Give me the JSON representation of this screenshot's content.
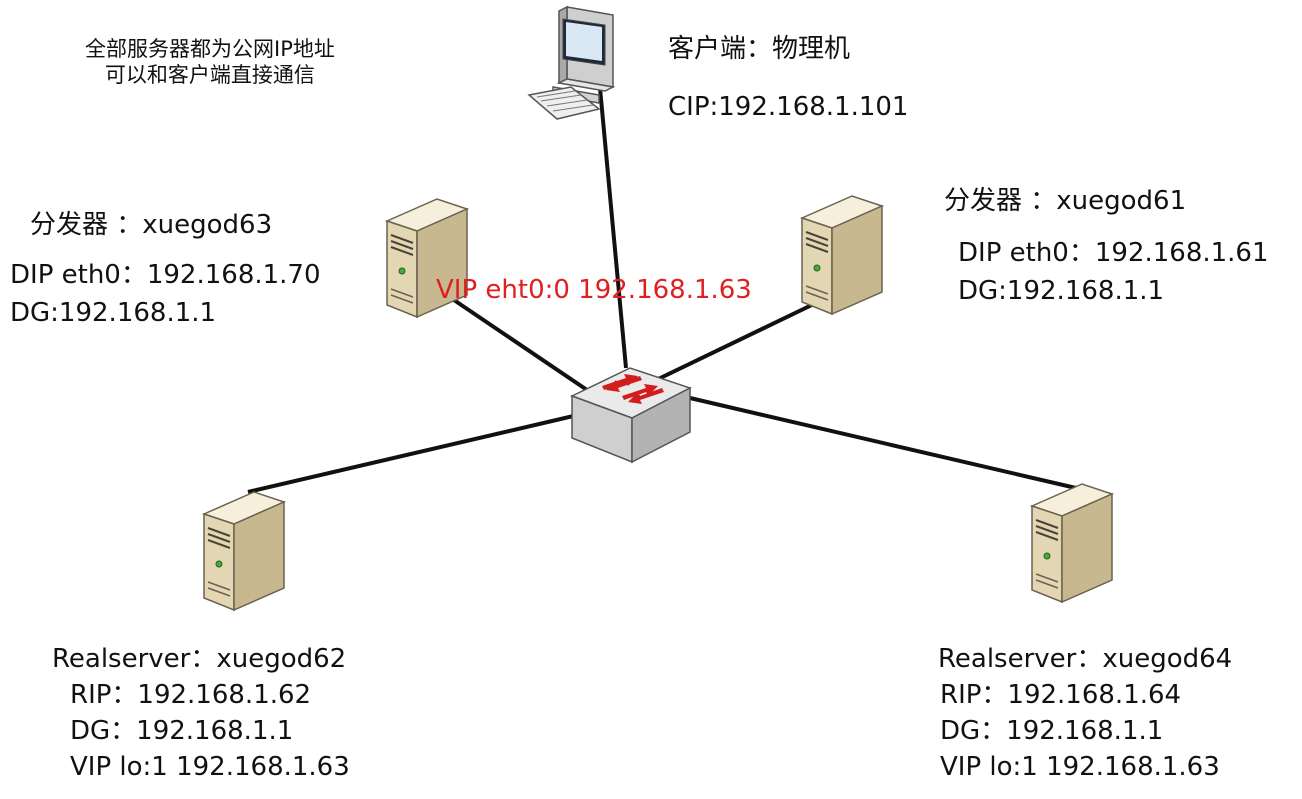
{
  "note": {
    "line1": "全部服务器都为公网IP地址",
    "line2": "可以和客户端直接通信"
  },
  "client": {
    "title": "客户端：物理机",
    "cip": "CIP:192.168.1.101"
  },
  "director_63": {
    "title": "分发器 ：xuegod63",
    "dip": "DIP eth0：192.168.1.70",
    "dg": "DG:192.168.1.1",
    "vip": "VIP   eht0:0  192.168.1.63"
  },
  "director_61": {
    "title": "分发器 ：xuegod61",
    "dip": "DIP eth0：192.168.1.61",
    "dg": "DG:192.168.1.1"
  },
  "realserver_62": {
    "title": "Realserver：xuegod62",
    "rip": "RIP：192.168.1.62",
    "dg": "DG：192.168.1.1",
    "vip": "VIP lo:1 192.168.1.63"
  },
  "realserver_64": {
    "title": "Realserver：xuegod64",
    "rip": "RIP：192.168.1.64",
    "dg": "DG：192.168.1.1",
    "vip": "VIP lo:1 192.168.1.63"
  },
  "colors": {
    "vip_text": "#e02020",
    "link": "#111111",
    "server_body": "#e9dfc3",
    "switch_body": "#d6d6d6",
    "switch_arrow": "#d11d1d"
  },
  "icons": {
    "client": "desktop-computer-icon",
    "server": "tower-server-icon",
    "switch": "network-switch-icon"
  }
}
